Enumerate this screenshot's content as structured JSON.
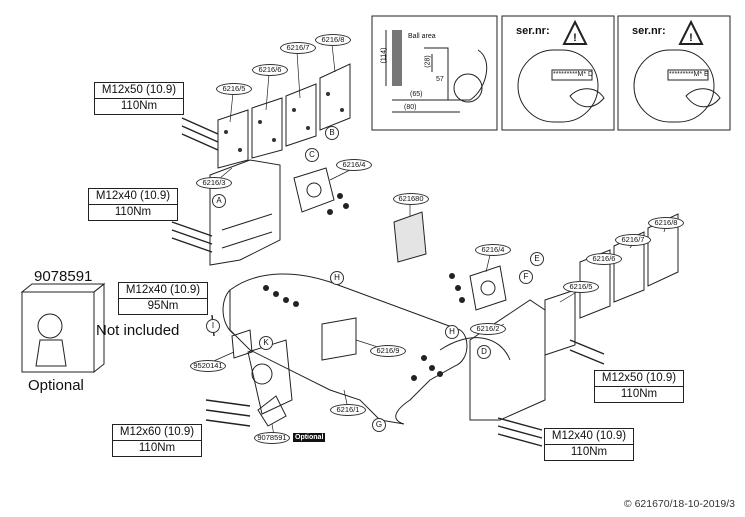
{
  "labels": {
    "m12x50_left": "M12x50 (10.9)",
    "nm110_a": "110Nm",
    "m12x40_left": "M12x40 (10.9)",
    "nm110_b": "110Nm",
    "m12x40_mid": "M12x40 (10.9)",
    "nm95": "95Nm",
    "m12x60": "M12x60 (10.9)",
    "nm110_c": "110Nm",
    "m12x50_right": "M12x50 (10.9)",
    "nm110_d": "110Nm",
    "m12x40_right": "M12x40 (10.9)",
    "nm110_e": "110Nm"
  },
  "parts": {
    "p5a": "6216/5",
    "p6a": "6216/6",
    "p7a": "6216/7",
    "p8a": "6216/8",
    "p3": "6216/3",
    "p4a": "6216/4",
    "p621680": "621680",
    "p4b": "6216/4",
    "p6b": "6216/6",
    "p7b": "6216/7",
    "p8b": "6216/8",
    "p5b": "6216/5",
    "p2": "6216/2",
    "p9": "6216/9",
    "p1": "6216/1",
    "p9520141": "9520141",
    "p9078591": "9078591"
  },
  "letters": {
    "A": "A",
    "B": "B",
    "C": "C",
    "D": "D",
    "E": "E",
    "F": "F",
    "G": "G",
    "H1": "H",
    "H2": "H",
    "I": "I",
    "K": "K"
  },
  "optional_box": {
    "code": "9078591",
    "caption": "Optional",
    "note": "Not included"
  },
  "badge": "Optional",
  "dimensions": {
    "ball_area": "Ball area",
    "d114": "(114)",
    "d65": "(65)",
    "d80": "(80)",
    "d28": "(28)",
    "d57": "57"
  },
  "ser": {
    "title1": "ser.nr:",
    "code1": "*********M* D",
    "title2": "ser.nr:",
    "code2": "*********M* E"
  },
  "footer": "© 621670/18-10-2019/3",
  "colors": {
    "line": "#222222",
    "background": "#ffffff"
  }
}
